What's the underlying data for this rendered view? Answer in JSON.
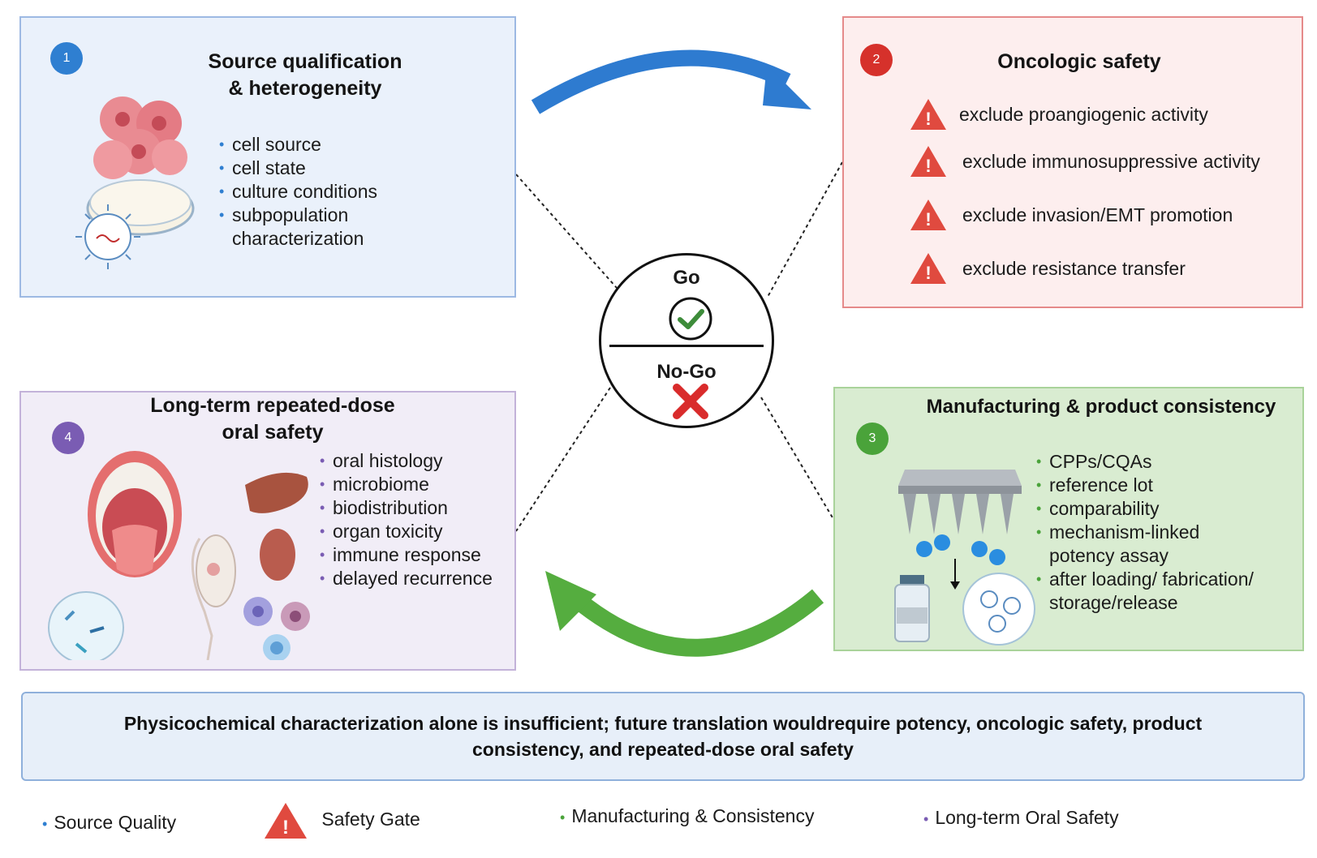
{
  "source": {
    "number": "1",
    "title_line1": "Source qualification",
    "title_line2": "& heterogeneity",
    "items": [
      "cell source",
      "cell state",
      "culture conditions",
      "subpopulation characterization"
    ]
  },
  "oncologic": {
    "number": "2",
    "title": "Oncologic safety",
    "items": [
      "exclude proangiogenic activity",
      "exclude immunosuppressive activity",
      "exclude invasion/EMT promotion",
      "exclude resistance transfer"
    ]
  },
  "manufacturing": {
    "number": "3",
    "title": "Manufacturing & product consistency",
    "items": [
      "CPPs/CQAs",
      "reference lot",
      "comparability",
      "mechanism-linked potency assay",
      "after loading/ fabrication/ storage/release"
    ]
  },
  "oral_safety": {
    "number": "4",
    "title_line1": "Long-term repeated-dose",
    "title_line2": "oral safety",
    "items": [
      "oral histology",
      "microbiome",
      "biodistribution",
      "organ toxicity",
      "immune response",
      "delayed recurrence"
    ]
  },
  "gate": {
    "go": "Go",
    "nogo": "No-Go"
  },
  "summary": "Physicochemical characterization alone is insufficient; future translation wouldrequire potency, oncologic safety, product consistency, and repeated-dose oral safety",
  "legend": {
    "source": "Source Quality",
    "safety": "Safety Gate",
    "manufacturing": "Manufacturing & Consistency",
    "oral": "Long-term Oral Safety"
  },
  "colors": {
    "blue": "#2f7fd1",
    "red": "#d6312b",
    "green": "#4aa33a",
    "purple": "#7a5cb3"
  }
}
